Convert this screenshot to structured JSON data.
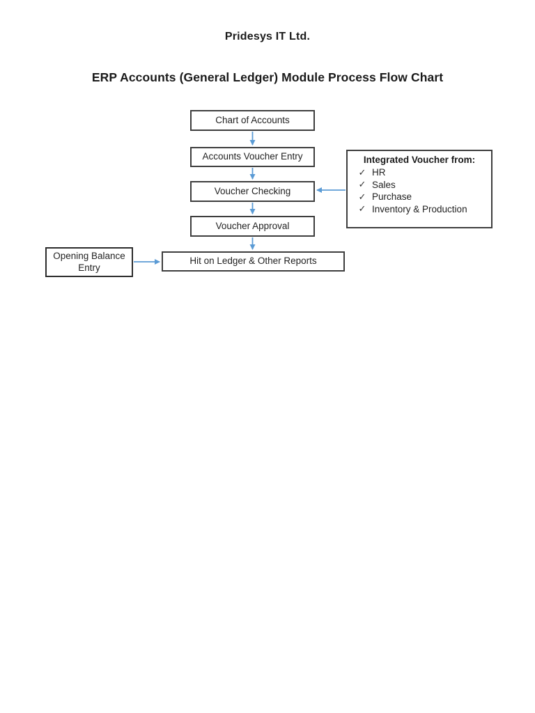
{
  "page": {
    "title": "Pridesys IT Ltd.",
    "subtitle": "ERP Accounts (General Ledger) Module Process Flow Chart"
  },
  "flowchart": {
    "nodes": [
      {
        "id": "chart-of-accounts",
        "label": "Chart of Accounts"
      },
      {
        "id": "accounts-voucher-entry",
        "label": "Accounts Voucher Entry"
      },
      {
        "id": "voucher-checking",
        "label": "Voucher Checking"
      },
      {
        "id": "voucher-approval",
        "label": "Voucher Approval"
      },
      {
        "id": "hit-on-ledger",
        "label": "Hit on Ledger & Other Reports"
      },
      {
        "id": "opening-balance-entry",
        "label": "Opening Balance Entry"
      }
    ],
    "integrated_voucher": {
      "heading": "Integrated Voucher from:",
      "check_glyph": "✓",
      "items": [
        "HR",
        "Sales",
        "Purchase",
        "Inventory & Production"
      ]
    },
    "colors": {
      "arrow": "#5B9BD5",
      "box_border": "#3d3d3d",
      "text": "#1f1f1f"
    }
  }
}
